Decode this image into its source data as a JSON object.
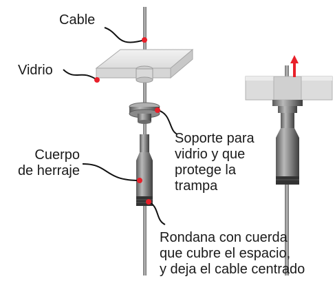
{
  "labels": {
    "cable": "Cable",
    "vidrio": "Vidrio",
    "cuerpo": [
      "Cuerpo",
      "de herraje"
    ],
    "soporte": [
      "Soporte para",
      "vidrio y que",
      "protege la",
      "trampa"
    ],
    "rondana": [
      "Rondana con cuerda",
      "que cubre el espacio,",
      "y deja el cable centrado"
    ]
  },
  "colors": {
    "marker": "#e8202a",
    "leader": "#111111",
    "glass": "#e6e6e6",
    "glass_edge": "#a8a8a8",
    "metal": "#8f8f8f",
    "metal_dark": "#4a4a4a",
    "arrow": "#e8202a"
  }
}
